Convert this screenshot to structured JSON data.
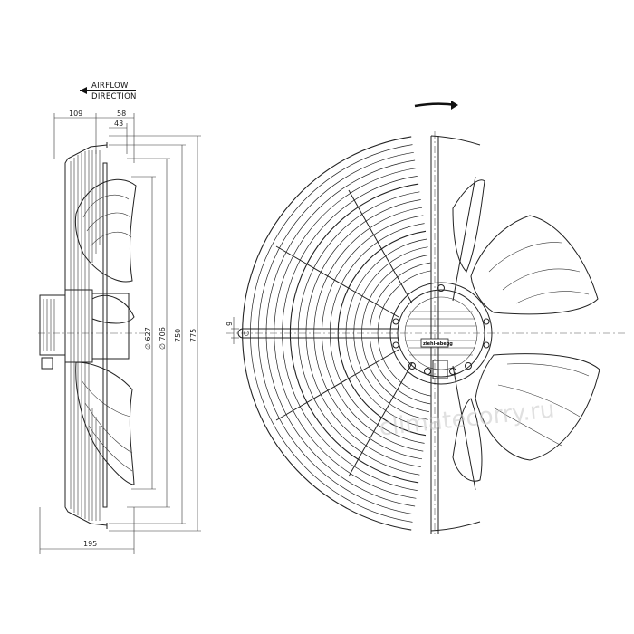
{
  "labels": {
    "airflow": "AIRFLOW",
    "direction": "DIRECTION",
    "brand": "ziehl-abegg",
    "watermark": "climatecorry.ru"
  },
  "dimensions": {
    "d109": "109",
    "d58": "58",
    "d43": "43",
    "d627": "∅ 627",
    "d706": "∅ 706",
    "d750": "750",
    "d775": "775",
    "d195": "195",
    "d9": "9"
  },
  "colors": {
    "line": "#222222",
    "watermark": "#c8c8c8"
  }
}
